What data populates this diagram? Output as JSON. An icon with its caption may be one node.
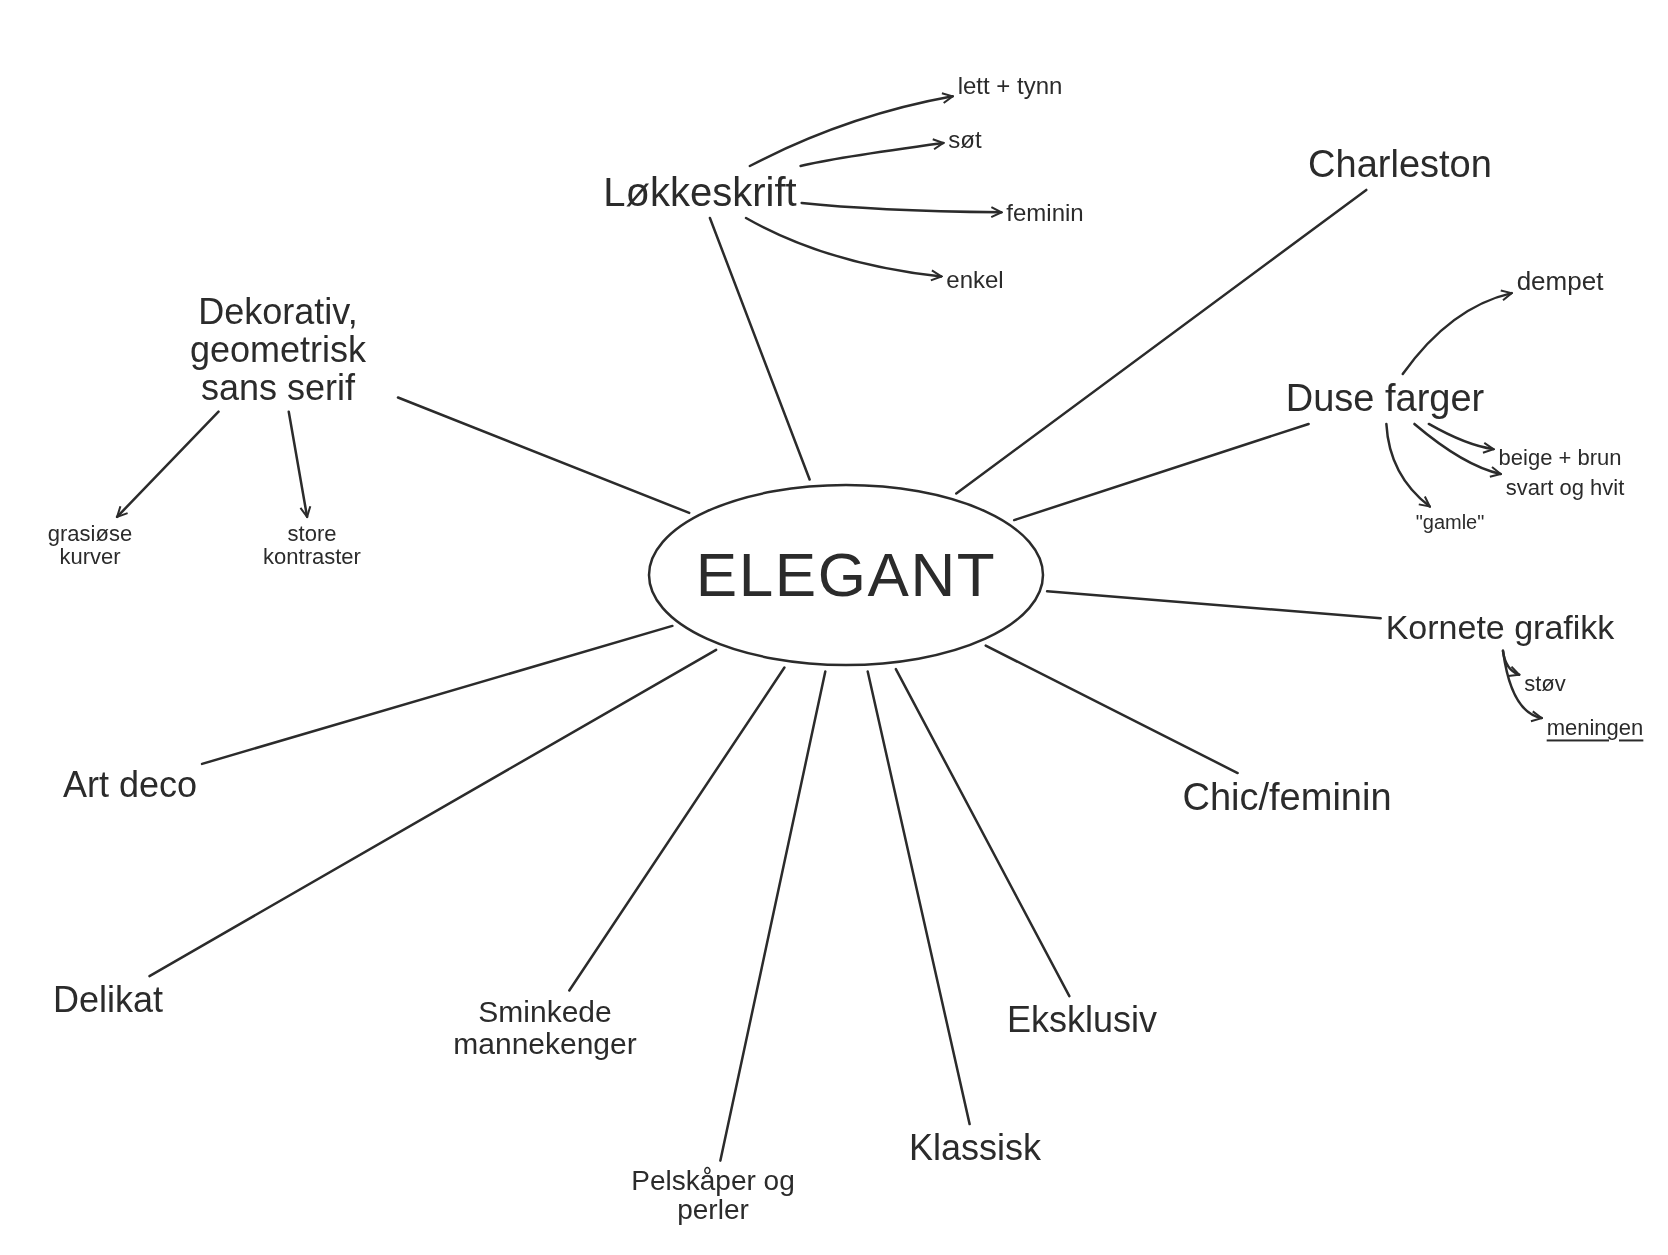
{
  "diagram": {
    "nodes": [
      {
        "text": [
          "ELEGANT"
        ]
      },
      {
        "text": [
          "Løkkeskrift"
        ]
      },
      {
        "text": [
          "lett + tynn"
        ]
      },
      {
        "text": [
          "søt"
        ]
      },
      {
        "text": [
          "feminin"
        ]
      },
      {
        "text": [
          "enkel"
        ]
      },
      {
        "text": [
          "Charleston"
        ]
      },
      {
        "text": [
          "Dekorativ, geometrisk sans serif"
        ]
      },
      {
        "text": [
          "grasiøse kurver"
        ]
      },
      {
        "text": [
          "store kontraster"
        ]
      },
      {
        "text": [
          "Duse farger"
        ]
      },
      {
        "text": [
          "dempet"
        ]
      },
      {
        "text": [
          "beige + brun"
        ]
      },
      {
        "text": [
          "svart og hvit"
        ]
      },
      {
        "text": [
          "\"gamle\""
        ]
      },
      {
        "text": [
          "Kornete grafikk"
        ]
      },
      {
        "text": [
          "støv"
        ]
      },
      {
        "text": [
          "meningen"
        ]
      },
      {
        "text": [
          "Chic/feminin"
        ]
      },
      {
        "text": [
          "Art deco"
        ]
      },
      {
        "text": [
          "Delikat"
        ]
      },
      {
        "text": [
          "Sminkede mannekenger"
        ]
      },
      {
        "text": [
          "Pelskåper og perler"
        ]
      },
      {
        "text": [
          "Klassisk"
        ]
      },
      {
        "text": [
          "Eksklusiv"
        ]
      }
    ],
    "edges": [
      {
        "from": 0,
        "to": 1,
        "arrow": "none"
      },
      {
        "from": 0,
        "to": 6,
        "arrow": "none"
      },
      {
        "from": 0,
        "to": 7,
        "arrow": "none"
      },
      {
        "from": 0,
        "to": 10,
        "arrow": "none"
      },
      {
        "from": 0,
        "to": 15,
        "arrow": "none"
      },
      {
        "from": 0,
        "to": 18,
        "arrow": "none"
      },
      {
        "from": 0,
        "to": 19,
        "arrow": "none"
      },
      {
        "from": 0,
        "to": 20,
        "arrow": "none"
      },
      {
        "from": 0,
        "to": 21,
        "arrow": "none"
      },
      {
        "from": 0,
        "to": 22,
        "arrow": "none"
      },
      {
        "from": 0,
        "to": 23,
        "arrow": "none"
      },
      {
        "from": 0,
        "to": 24,
        "arrow": "none"
      },
      {
        "from": 1,
        "to": 2,
        "arrow": "to"
      },
      {
        "from": 1,
        "to": 3,
        "arrow": "to"
      },
      {
        "from": 1,
        "to": 4,
        "arrow": "to"
      },
      {
        "from": 1,
        "to": 5,
        "arrow": "to"
      },
      {
        "from": 7,
        "to": 8,
        "arrow": "to"
      },
      {
        "from": 7,
        "to": 9,
        "arrow": "to"
      },
      {
        "from": 10,
        "to": 11,
        "arrow": "to"
      },
      {
        "from": 10,
        "to": 12,
        "arrow": "to"
      },
      {
        "from": 10,
        "to": 13,
        "arrow": "to"
      },
      {
        "from": 10,
        "to": 14,
        "arrow": "to"
      },
      {
        "from": 15,
        "to": 16,
        "arrow": "to"
      },
      {
        "from": 15,
        "to": 17,
        "arrow": "to"
      }
    ]
  }
}
